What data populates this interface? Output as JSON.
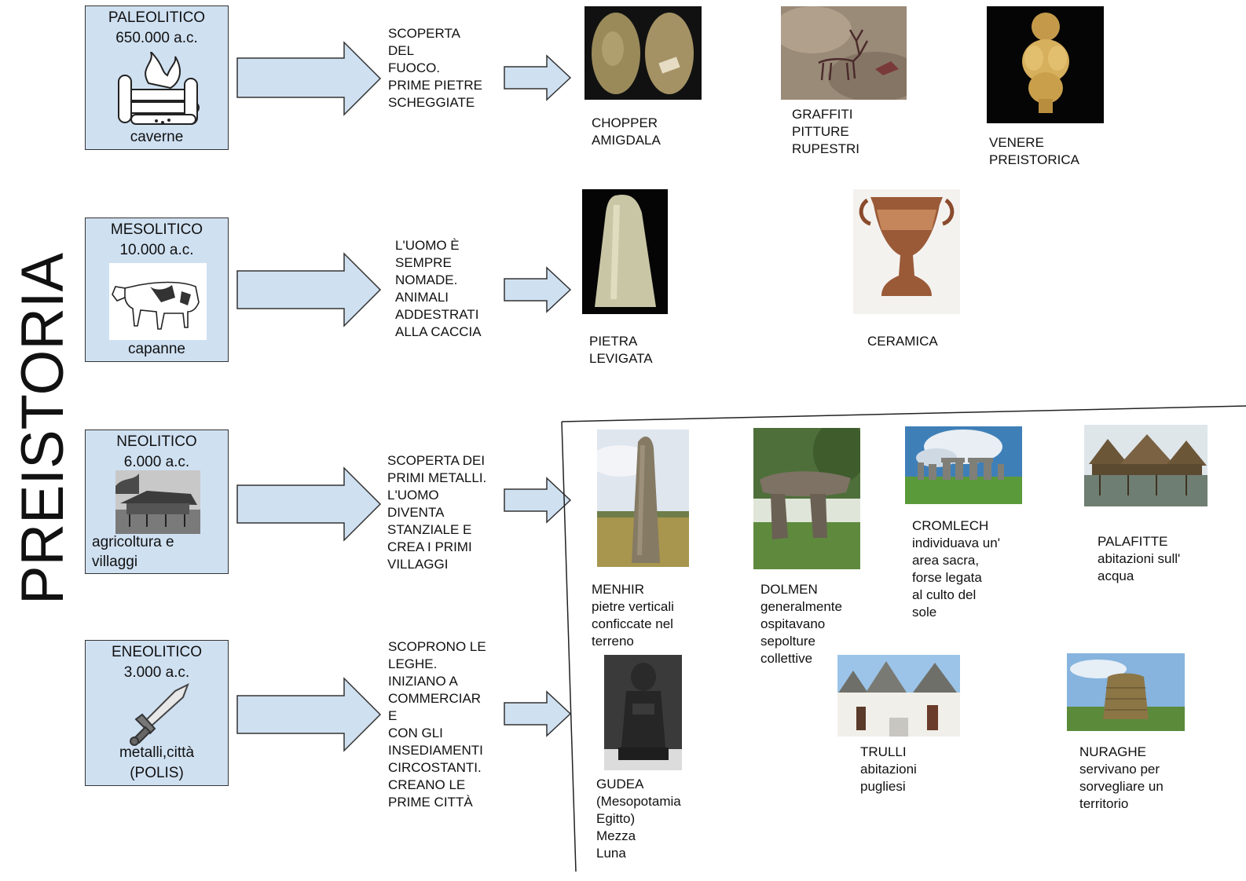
{
  "title": "PREISTORIA",
  "colors": {
    "box_fill": "#cfe0f1",
    "arrow_fill": "#cfe0f1",
    "border": "#333333"
  },
  "eras": [
    {
      "name": "PALEOLITICO",
      "date": "650.000 a.c.",
      "home": "caverne",
      "icon": "campfire-icon",
      "description": "SCOPERTA\nDEL\nFUOCO.\nPRIME PIETRE\nSCHEGGIATE"
    },
    {
      "name": "MESOLITICO",
      "date": "10.000 a.c.",
      "home": "capanne",
      "icon": "cow-icon",
      "description": "L'UOMO È\nSEMPRE\nNOMADE.\nANIMALI\nADDESTRATI\nALLA CACCIA"
    },
    {
      "name": "NEOLITICO",
      "date": "6.000 a.c.",
      "home": "agricoltura e\nvillaggi",
      "icon": "hut-village-icon",
      "description": "SCOPERTA DEI\nPRIMI METALLI.\nL'UOMO\nDIVENTA\nSTANZIALE E\nCREA I PRIMI\nVILLAGGI"
    },
    {
      "name": "ENEOLITICO",
      "date": "3.000 a.c.",
      "home": "metalli,città\n(POLIS)",
      "icon": "sword-icon",
      "description": "SCOPRONO LE\nLEGHE.\nINIZIANO A\nCOMMERCIAR\nE\nCON GLI\nINSEDIAMENTI\nCIRCOSTANTI.\nCREANO LE\nPRIME CITTÀ"
    }
  ],
  "artifacts": {
    "chopper": "CHOPPER\nAMIGDALA",
    "graffiti": "GRAFFITI\nPITTURE\nRUPESTRI",
    "venere": "VENERE\nPREISTORICA",
    "pietra": "PIETRA\nLEVIGATA",
    "ceramica": "CERAMICA",
    "menhir": "MENHIR\npietre verticali\nconficcate nel\nterreno",
    "dolmen": "DOLMEN\ngeneralmente\nospitavano\nsepolture\ncollettive",
    "cromlech": "CROMLECH\nindividuava un'\narea sacra,\nforse legata\nal culto del\nsole",
    "palafitte": "PALAFITTE\nabitazioni sull'\nacqua",
    "gudea": "GUDEA\n(Mesopotamia\nEgitto)\nMezza\nLuna",
    "trulli": "TRULLI\nabitazioni\npugliesi",
    "nuraghe": "NURAGHE\nservivano per\nsorvegliare un\nterritorio"
  }
}
